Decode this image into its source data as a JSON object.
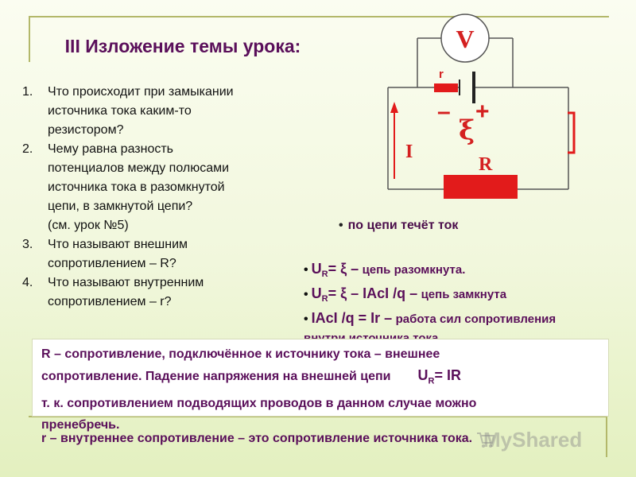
{
  "title": "III Изложение темы урока:",
  "questions": [
    {
      "num": "1.",
      "text": "Что происходит при замыкании\nисточника тока каким-то\nрезистором?"
    },
    {
      "num": "2.",
      "text": "Чему равна  разность\nпотенциалов между полюсами\nисточника тока в разомкнутой\nцепи, в замкнутой цепи?\n(см. урок №5)"
    },
    {
      "num": "3.",
      "text": "Что называют внешним\nсопротивлением  –  R?"
    },
    {
      "num": "4.",
      "text": "Что называют внутренним\nсопротивлением  – r?"
    }
  ],
  "circuit": {
    "voltmeter": "V",
    "internal_r": "r",
    "minus": "–",
    "plus": "+",
    "emf": "ξ",
    "current": "I",
    "resistor": "R"
  },
  "current_note": "по цепи течёт ток",
  "formulas": {
    "f1_a": "U",
    "f1_sub": "R",
    "f1_b": "=   ξ –",
    "f1_c": "цепь разомкнута.",
    "f2_a": "U",
    "f2_sub": "R",
    "f2_b": "=   ξ – IAcI /q –",
    "f2_c": "цепь замкнута",
    "f3_a": "IAcI /q = Ir –",
    "f3_b": "работа сил сопротивления",
    "f3_c": "внутри источника тока."
  },
  "paragraph": {
    "line1": "R – сопротивление, подключённое к источнику тока – внешнее",
    "line2": "сопротивление. Падение напряжения на внешней цепи",
    "ur_a": "U",
    "ur_sub": "R",
    "ur_b": "= IR",
    "line3": "т. к. сопротивлением подводящих проводов в данном случае можно",
    "line4": "пренебречь."
  },
  "footer": "r – внутреннее сопротивление – это сопротивление источника тока.",
  "watermark": "MyShared",
  "colors": {
    "accent_text": "#5a0f5a",
    "resistor": "#e21b1b",
    "wire": "#555555",
    "symbols": "#d42020"
  }
}
